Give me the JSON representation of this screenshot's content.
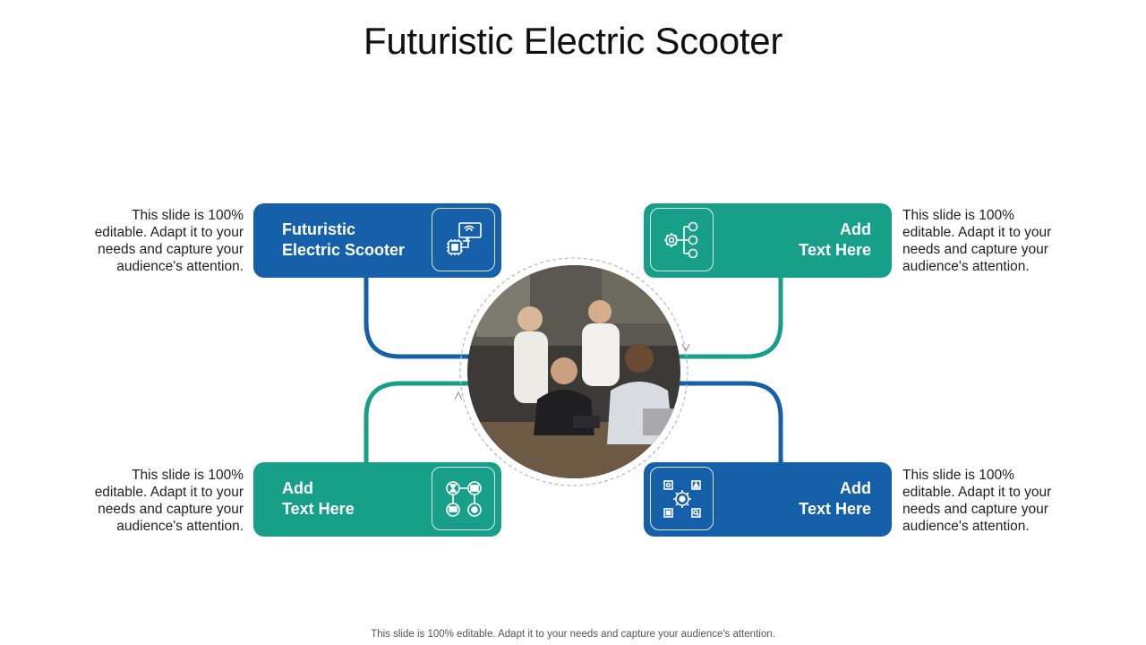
{
  "title": "Futuristic Electric Scooter",
  "footer": "This slide is 100% editable. Adapt it to your needs and capture your audience's attention.",
  "colors": {
    "blue": "#1660a9",
    "teal": "#189f8a"
  },
  "items": [
    {
      "label_line1": "Futuristic",
      "label_line2": "Electric Scooter",
      "icon": "computer-chip-wifi-icon",
      "desc": [
        "This slide is 100%",
        "editable. Adapt it to your",
        "needs and capture your",
        "audience's attention."
      ]
    },
    {
      "label_line1": "Add",
      "label_line2": "Text Here",
      "icon": "gear-network-icon",
      "desc": [
        "This slide is 100%",
        "editable. Adapt it to your",
        "needs and capture your",
        "audience's attention."
      ]
    },
    {
      "label_line1": "Add",
      "label_line2": "Text Here",
      "icon": "process-flow-icon",
      "desc": [
        "This slide is 100%",
        "editable. Adapt it to your",
        "needs and capture your",
        "audience's attention."
      ]
    },
    {
      "label_line1": "Add",
      "label_line2": "Text Here",
      "icon": "gear-settings-icon",
      "desc": [
        "This slide is 100%",
        "editable. Adapt it to your",
        "needs and capture your",
        "audience's attention."
      ]
    }
  ],
  "center_image": "team-meeting-photo"
}
